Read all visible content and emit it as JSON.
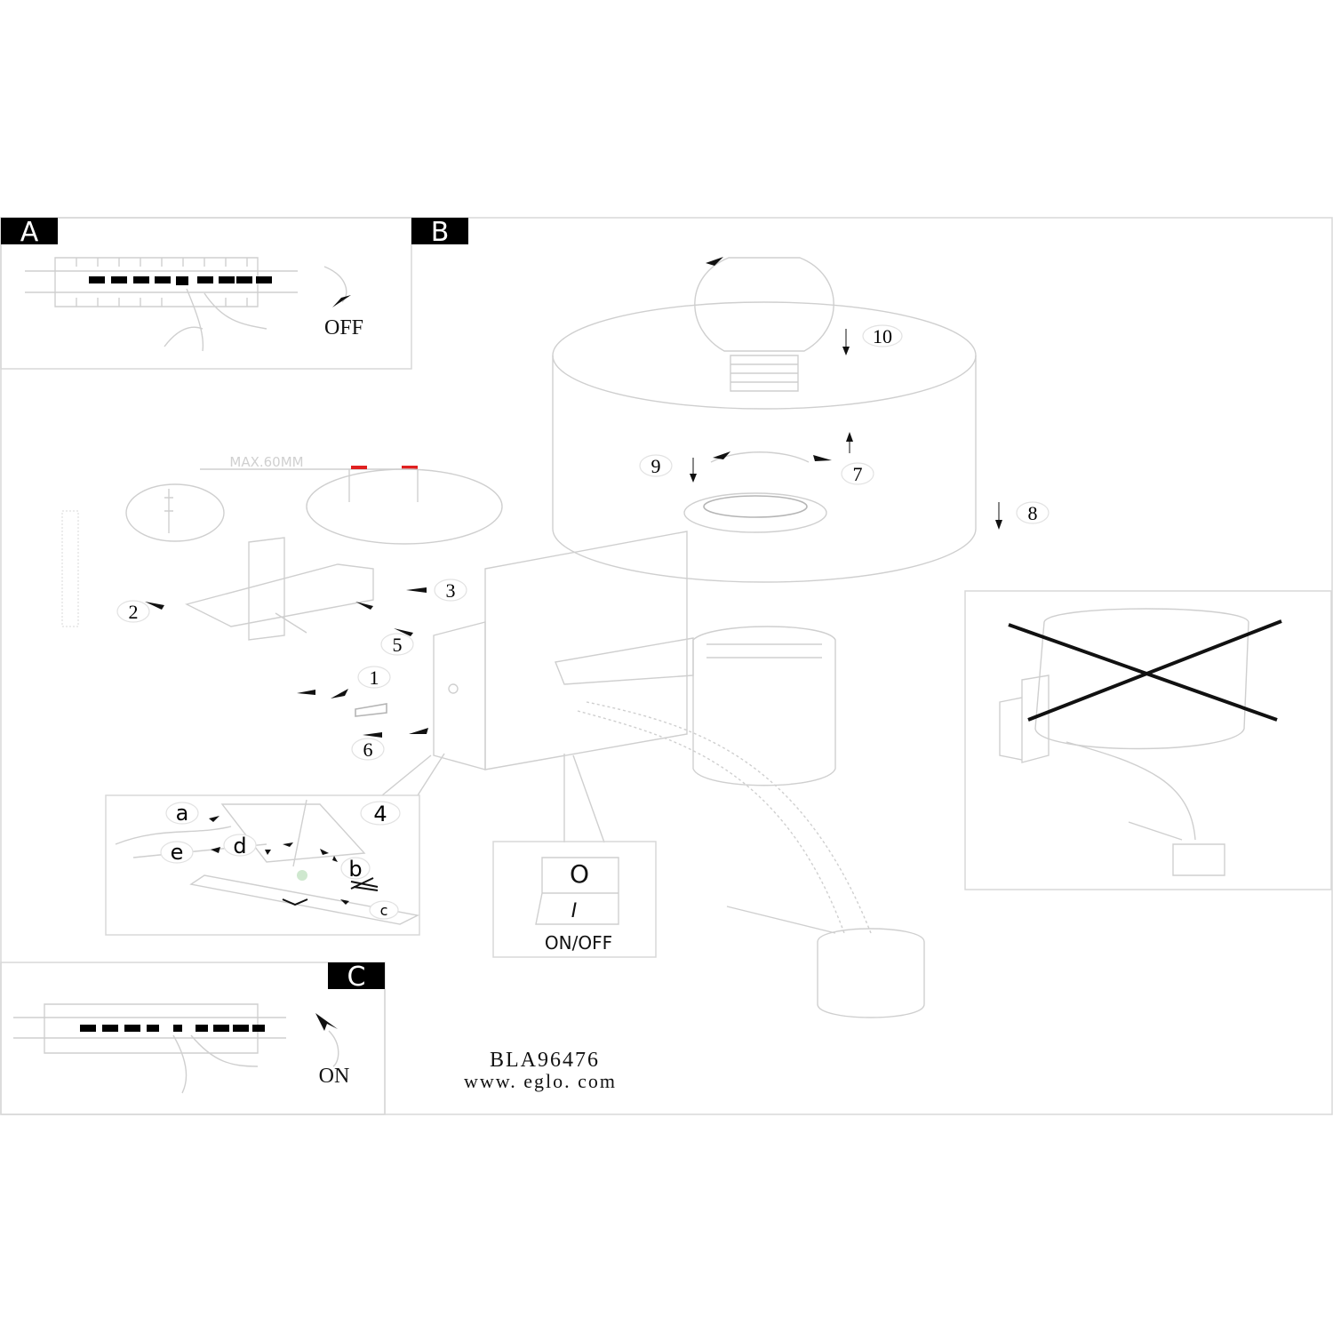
{
  "panels": {
    "a": {
      "badge": "A",
      "caption": "OFF"
    },
    "b": {
      "badge": "B"
    },
    "c": {
      "badge": "C",
      "caption": "ON"
    }
  },
  "dimension_label": "MAX.60MM",
  "callouts": {
    "n1": "1",
    "n2": "2",
    "n3": "3",
    "n4": "4",
    "n5": "5",
    "n6": "6",
    "n7": "7",
    "n8": "8",
    "n9": "9",
    "n10": "10"
  },
  "wiring_letters": {
    "a": "a",
    "b": "b",
    "c": "c",
    "d": "d",
    "e": "e"
  },
  "switch": {
    "off_symbol": "O",
    "on_symbol": "I",
    "label": "ON/OFF"
  },
  "footer": {
    "model": "BLA96476",
    "website": "www. eglo. com"
  },
  "colors": {
    "badge_bg": "#000000",
    "dimension_marker": "#e02020",
    "cross": "#111111"
  }
}
